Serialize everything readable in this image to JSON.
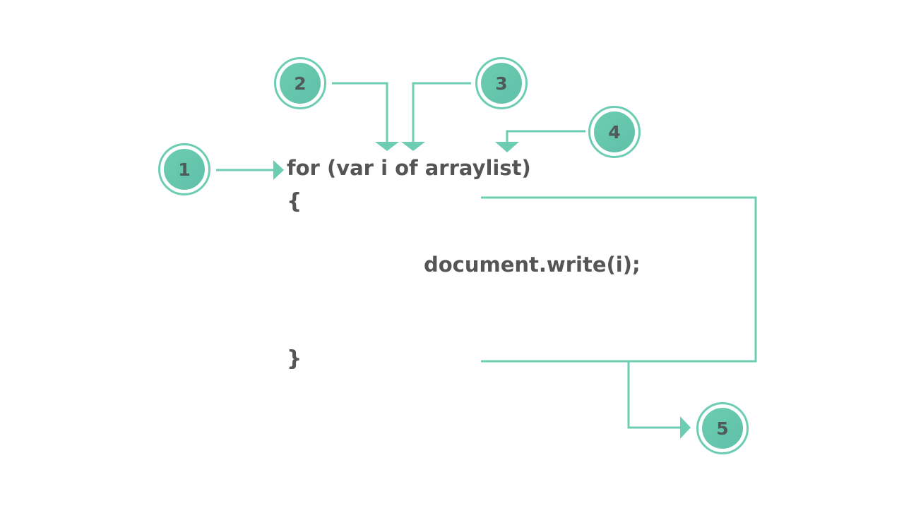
{
  "colors": {
    "accent": "#6ccdb2",
    "accent_dark": "#5fc0a8",
    "code_text": "#555555",
    "callout_text": "#4f5a5a"
  },
  "code": {
    "loop_header": "for (var i of arraylist)",
    "open_brace": "{",
    "body_statement": "document.write(i);",
    "close_brace": "}"
  },
  "callouts": [
    {
      "label": "1"
    },
    {
      "label": "2"
    },
    {
      "label": "3"
    },
    {
      "label": "4"
    },
    {
      "label": "5"
    }
  ]
}
